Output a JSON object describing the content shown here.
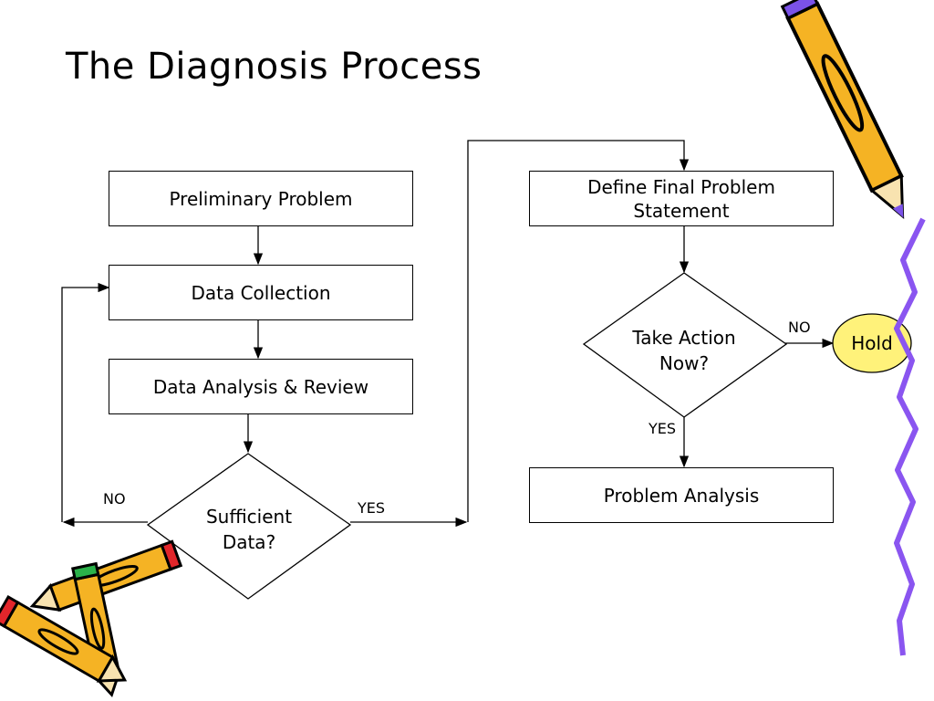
{
  "title": "The Diagnosis Process",
  "nodes": {
    "preliminary": "Preliminary Problem",
    "collection": "Data Collection",
    "analysis_review": "Data Analysis & Review",
    "sufficient": "Sufficient Data?",
    "define_final": "Define Final Problem Statement",
    "take_action": "Take Action Now?",
    "hold": "Hold",
    "problem_analysis": "Problem Analysis"
  },
  "edge_labels": {
    "sufficient_no": "NO",
    "sufficient_yes": "YES",
    "action_no": "NO",
    "action_yes": "YES"
  },
  "colors": {
    "hold_fill": "#fff27a",
    "pencil_body": "#f5b324",
    "pencil_outline": "#000000",
    "squiggle": "#8a55f0",
    "eraser_red": "#e2262b",
    "eraser_green": "#2bb24a",
    "eraser_purple": "#7b52e8"
  }
}
